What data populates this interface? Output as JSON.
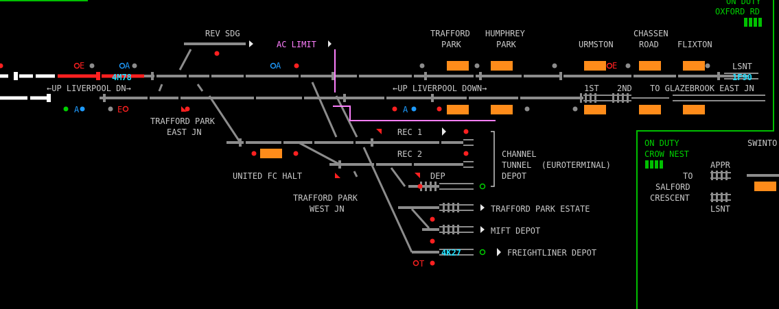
{
  "top_right_panel": {
    "status": "ON DUTY",
    "location": "OXFORD RD"
  },
  "crow_nest_panel": {
    "status": "ON DUTY",
    "location": "CROW NEST",
    "swinton": "SWINTO",
    "appr": "APPR",
    "to": "TO",
    "salford": "SALFORD",
    "crescent": "CRESCENT",
    "lsnt": "LSNT"
  },
  "labels": {
    "rev_sdg": "REV SDG",
    "ac_limit": "AC LIMIT",
    "trafford_park_a": "TRAFFORD",
    "trafford_park_b": "PARK",
    "humphrey_a": "HUMPHREY",
    "humphrey_b": "PARK",
    "urmston": "URMSTON",
    "chassen_a": "CHASSEN",
    "chassen_b": "ROAD",
    "flixton": "FLIXTON",
    "lsnt": "LSNT",
    "up_liverpool_dn": "UP LIVERPOOL DN",
    "up_liverpool_down": "UP LIVERPOOL DOWN",
    "first": "1ST",
    "second": "2ND",
    "to_glazebrook": "TO GLAZEBROOK EAST JN",
    "tp_east_a": "TRAFFORD PARK",
    "tp_east_b": "EAST JN",
    "rec1": "REC 1",
    "rec2": "REC 2",
    "channel": "CHANNEL",
    "tunnel": "TUNNEL  (EUROTERMINAL)",
    "depot": "DEPOT",
    "dep": "DEP",
    "united_fc": "UNITED FC HALT",
    "tp_west_a": "TRAFFORD PARK",
    "tp_west_b": "WEST JN",
    "tp_estate": "TRAFFORD PARK ESTATE",
    "mift": "MIFT DEPOT",
    "freightliner": "FREIGHTLINER DEPOT"
  },
  "train_ids": {
    "t1": "4M78",
    "t2": "1F90",
    "t3": "4K27"
  },
  "signal_marks": {
    "e": "E",
    "a": "A",
    "t": "T"
  },
  "arrows": {
    "left": "←",
    "right": "→"
  },
  "colors": {
    "track": "#8c8c8c",
    "platform": "#ff8c1a",
    "route_red": "#ff2020",
    "route_white": "#ffffff",
    "panel_green": "#00c000",
    "ac_limit": "#ff7fff",
    "train_id": "#22e0ff"
  }
}
